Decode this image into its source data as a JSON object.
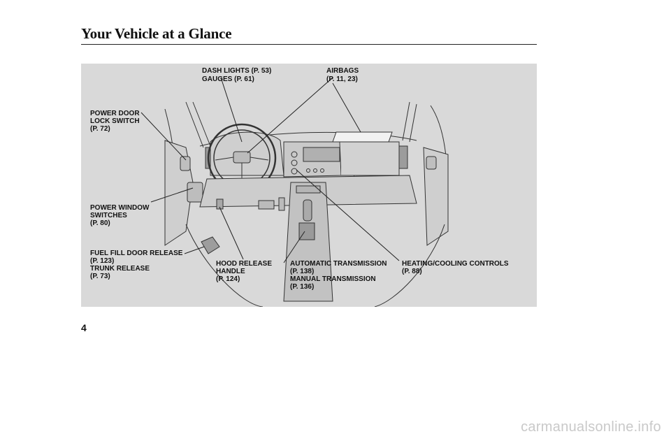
{
  "page": {
    "title": "Your Vehicle at a Glance",
    "number": "4",
    "watermark": "carmanualsonline.info"
  },
  "callouts": {
    "dash_lights": "DASH LIGHTS (P. 53)",
    "gauges": "GAUGES (P. 61)",
    "airbags": "AIRBAGS",
    "airbags_pages": "(P. 11, 23)",
    "power_door_lock": "POWER DOOR",
    "power_door_lock_2": "LOCK SWITCH",
    "power_door_lock_page": "(P. 72)",
    "power_window": "POWER WINDOW",
    "power_window_2": "SWITCHES",
    "power_window_page": "(P. 80)",
    "fuel_fill": "FUEL FILL DOOR RELEASE",
    "fuel_fill_page": "(P. 123)",
    "trunk_release": "TRUNK RELEASE",
    "trunk_release_page": "(P. 73)",
    "hood_release": "HOOD RELEASE",
    "hood_release_2": "HANDLE",
    "hood_release_page": "(P. 124)",
    "auto_trans": "AUTOMATIC TRANSMISSION",
    "auto_trans_page": "(P. 138)",
    "manual_trans": "MANUAL TRANSMISSION",
    "manual_trans_page": "(P. 136)",
    "heating_cooling": "HEATING/COOLING CONTROLS",
    "heating_cooling_page": "(P. 88)"
  }
}
